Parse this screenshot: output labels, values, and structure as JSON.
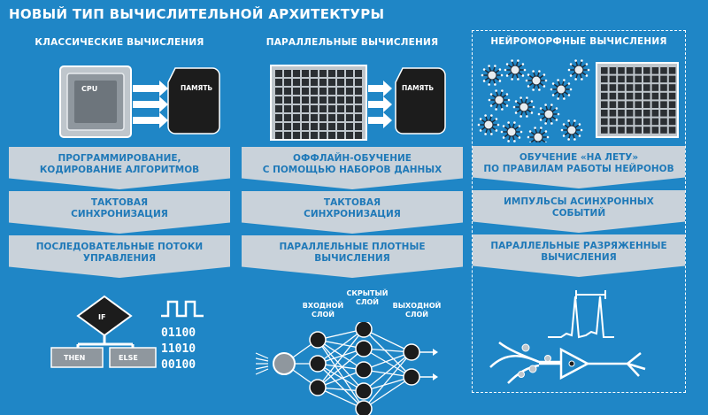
{
  "title": "НОВЫЙ ТИП ВЫЧИСЛИТЕЛЬНОЙ АРХИТЕКТУРЫ",
  "columns": [
    {
      "heading": "КЛАССИЧЕСКИЕ ВЫЧИСЛЕНИЯ",
      "chip_label": "CPU",
      "memory_label": "ПАМЯТЬ",
      "bands": [
        "ПРОГРАММИРОВАНИЕ,\nКОДИРОВАНИЕ АЛГОРИТМОВ",
        "ТАКТОВАЯ\nСИНХРОНИЗАЦИЯ",
        "ПОСЛЕДОВАТЕЛЬНЫЕ ПОТОКИ\nУПРАВЛЕНИЯ"
      ],
      "flow": {
        "if": "IF",
        "then": "THEN",
        "else": "ELSE"
      },
      "binary": "01100\n11010\n00100"
    },
    {
      "heading": "ПАРАЛЛЕЛЬНЫЕ ВЫЧИСЛЕНИЯ",
      "memory_label": "ПАМЯТЬ",
      "bands": [
        "ОФФЛАЙН-ОБУЧЕНИЕ\nС ПОМОЩЬЮ НАБОРОВ ДАННЫХ",
        "ТАКТОВАЯ\nСИНХРОНИЗАЦИЯ",
        "ПАРАЛЛЕЛЬНЫЕ ПЛОТНЫЕ\nВЫЧИСЛЕНИЯ"
      ],
      "layers": {
        "input": "ВХОДНОЙ\nСЛОЙ",
        "hidden": "СКРЫТЫЙ\nСЛОЙ",
        "output": "ВЫХОДНОЙ\nСЛОЙ"
      }
    },
    {
      "heading": "НЕЙРОМОРФНЫЕ ВЫЧИСЛЕНИЯ",
      "bands": [
        "ОБУЧЕНИЕ «НА ЛЕТУ»\nПО ПРАВИЛАМ РАБОТЫ НЕЙРОНОВ",
        "ИМПУЛЬСЫ АСИНХРОННЫХ\nСОБЫТИЙ",
        "ПАРАЛЛЕЛЬНЫЕ РАЗРЯЖЕННЫЕ\nВЫЧИСЛЕНИЯ"
      ]
    }
  ],
  "colors": {
    "background": "#1f86c6",
    "band": "#c9d2da",
    "band_text": "#1f79b8",
    "chip_dark": "#1c1c1c"
  }
}
